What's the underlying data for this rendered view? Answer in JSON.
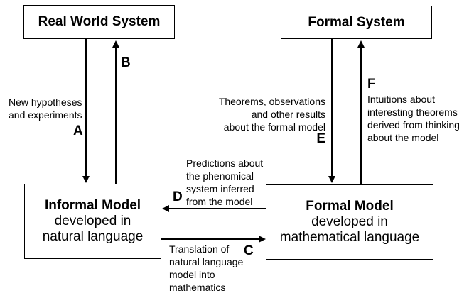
{
  "colors": {
    "background": "#ffffff",
    "ink": "#000000"
  },
  "boxes": {
    "real_world_system": {
      "title": "Real World System"
    },
    "formal_system": {
      "title": "Formal System"
    },
    "informal_model": {
      "title": "Informal Model",
      "line2": "developed in",
      "line3": "natural language"
    },
    "formal_model": {
      "title": "Formal Model",
      "line2": "developed in",
      "line3": "mathematical language"
    }
  },
  "arrows": {
    "a": {
      "label": "A",
      "annotation": "New hypotheses\nand experiments"
    },
    "b": {
      "label": "B"
    },
    "c": {
      "label": "C",
      "annotation": "Translation of\nnatural language\nmodel into\nmathematics"
    },
    "d": {
      "label": "D",
      "annotation": "Predictions about\nthe phenomical\nsystem inferred\nfrom the model"
    },
    "e": {
      "label": "E",
      "annotation": "Theorems, observations\nand other results\nabout the formal model"
    },
    "f": {
      "label": "F",
      "annotation": "Intuitions about\ninteresting theorems\nderived from thinking\nabout the model"
    }
  }
}
